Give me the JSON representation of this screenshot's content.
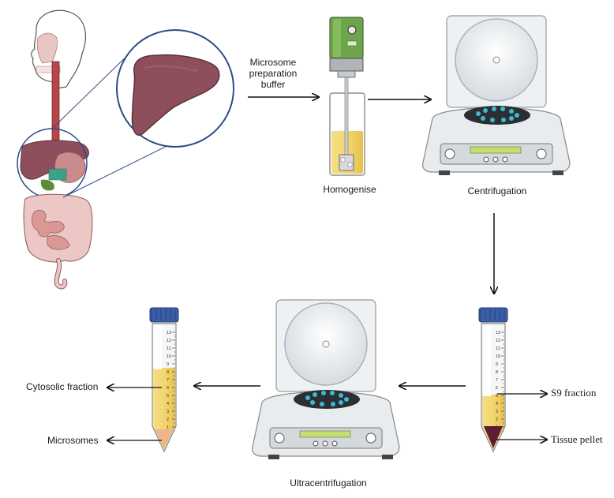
{
  "labels": {
    "buffer_line1": "Microsome",
    "buffer_line2": "preparation",
    "buffer_line3": "buffer",
    "homogenise": "Homogenise",
    "centrifugation": "Centrifugation",
    "ultracentrifugation": "Ultracentrifugation",
    "s9_fraction": "S9 fraction",
    "tissue_pellet": "Tissue pellet",
    "cytosolic_fraction": "Cytosolic fraction",
    "microsomes": "Microsomes"
  },
  "tube_scale": [
    "13",
    "12",
    "11",
    "10",
    "9",
    "8",
    "7",
    "6",
    "5",
    "4",
    "3",
    "2",
    "1"
  ],
  "colors": {
    "liver": "#8e4f5c",
    "liver_circle_border": "#2f4a8a",
    "tube_liquid": "#f1d36a",
    "tube_cap": "#3a5fa8",
    "centrifuge_body": "#e9ecee",
    "homogeniser_motor": "#6ea54a",
    "tissue_pellet": "#5e1d35",
    "microsome_pellet": "#f0b48a"
  }
}
